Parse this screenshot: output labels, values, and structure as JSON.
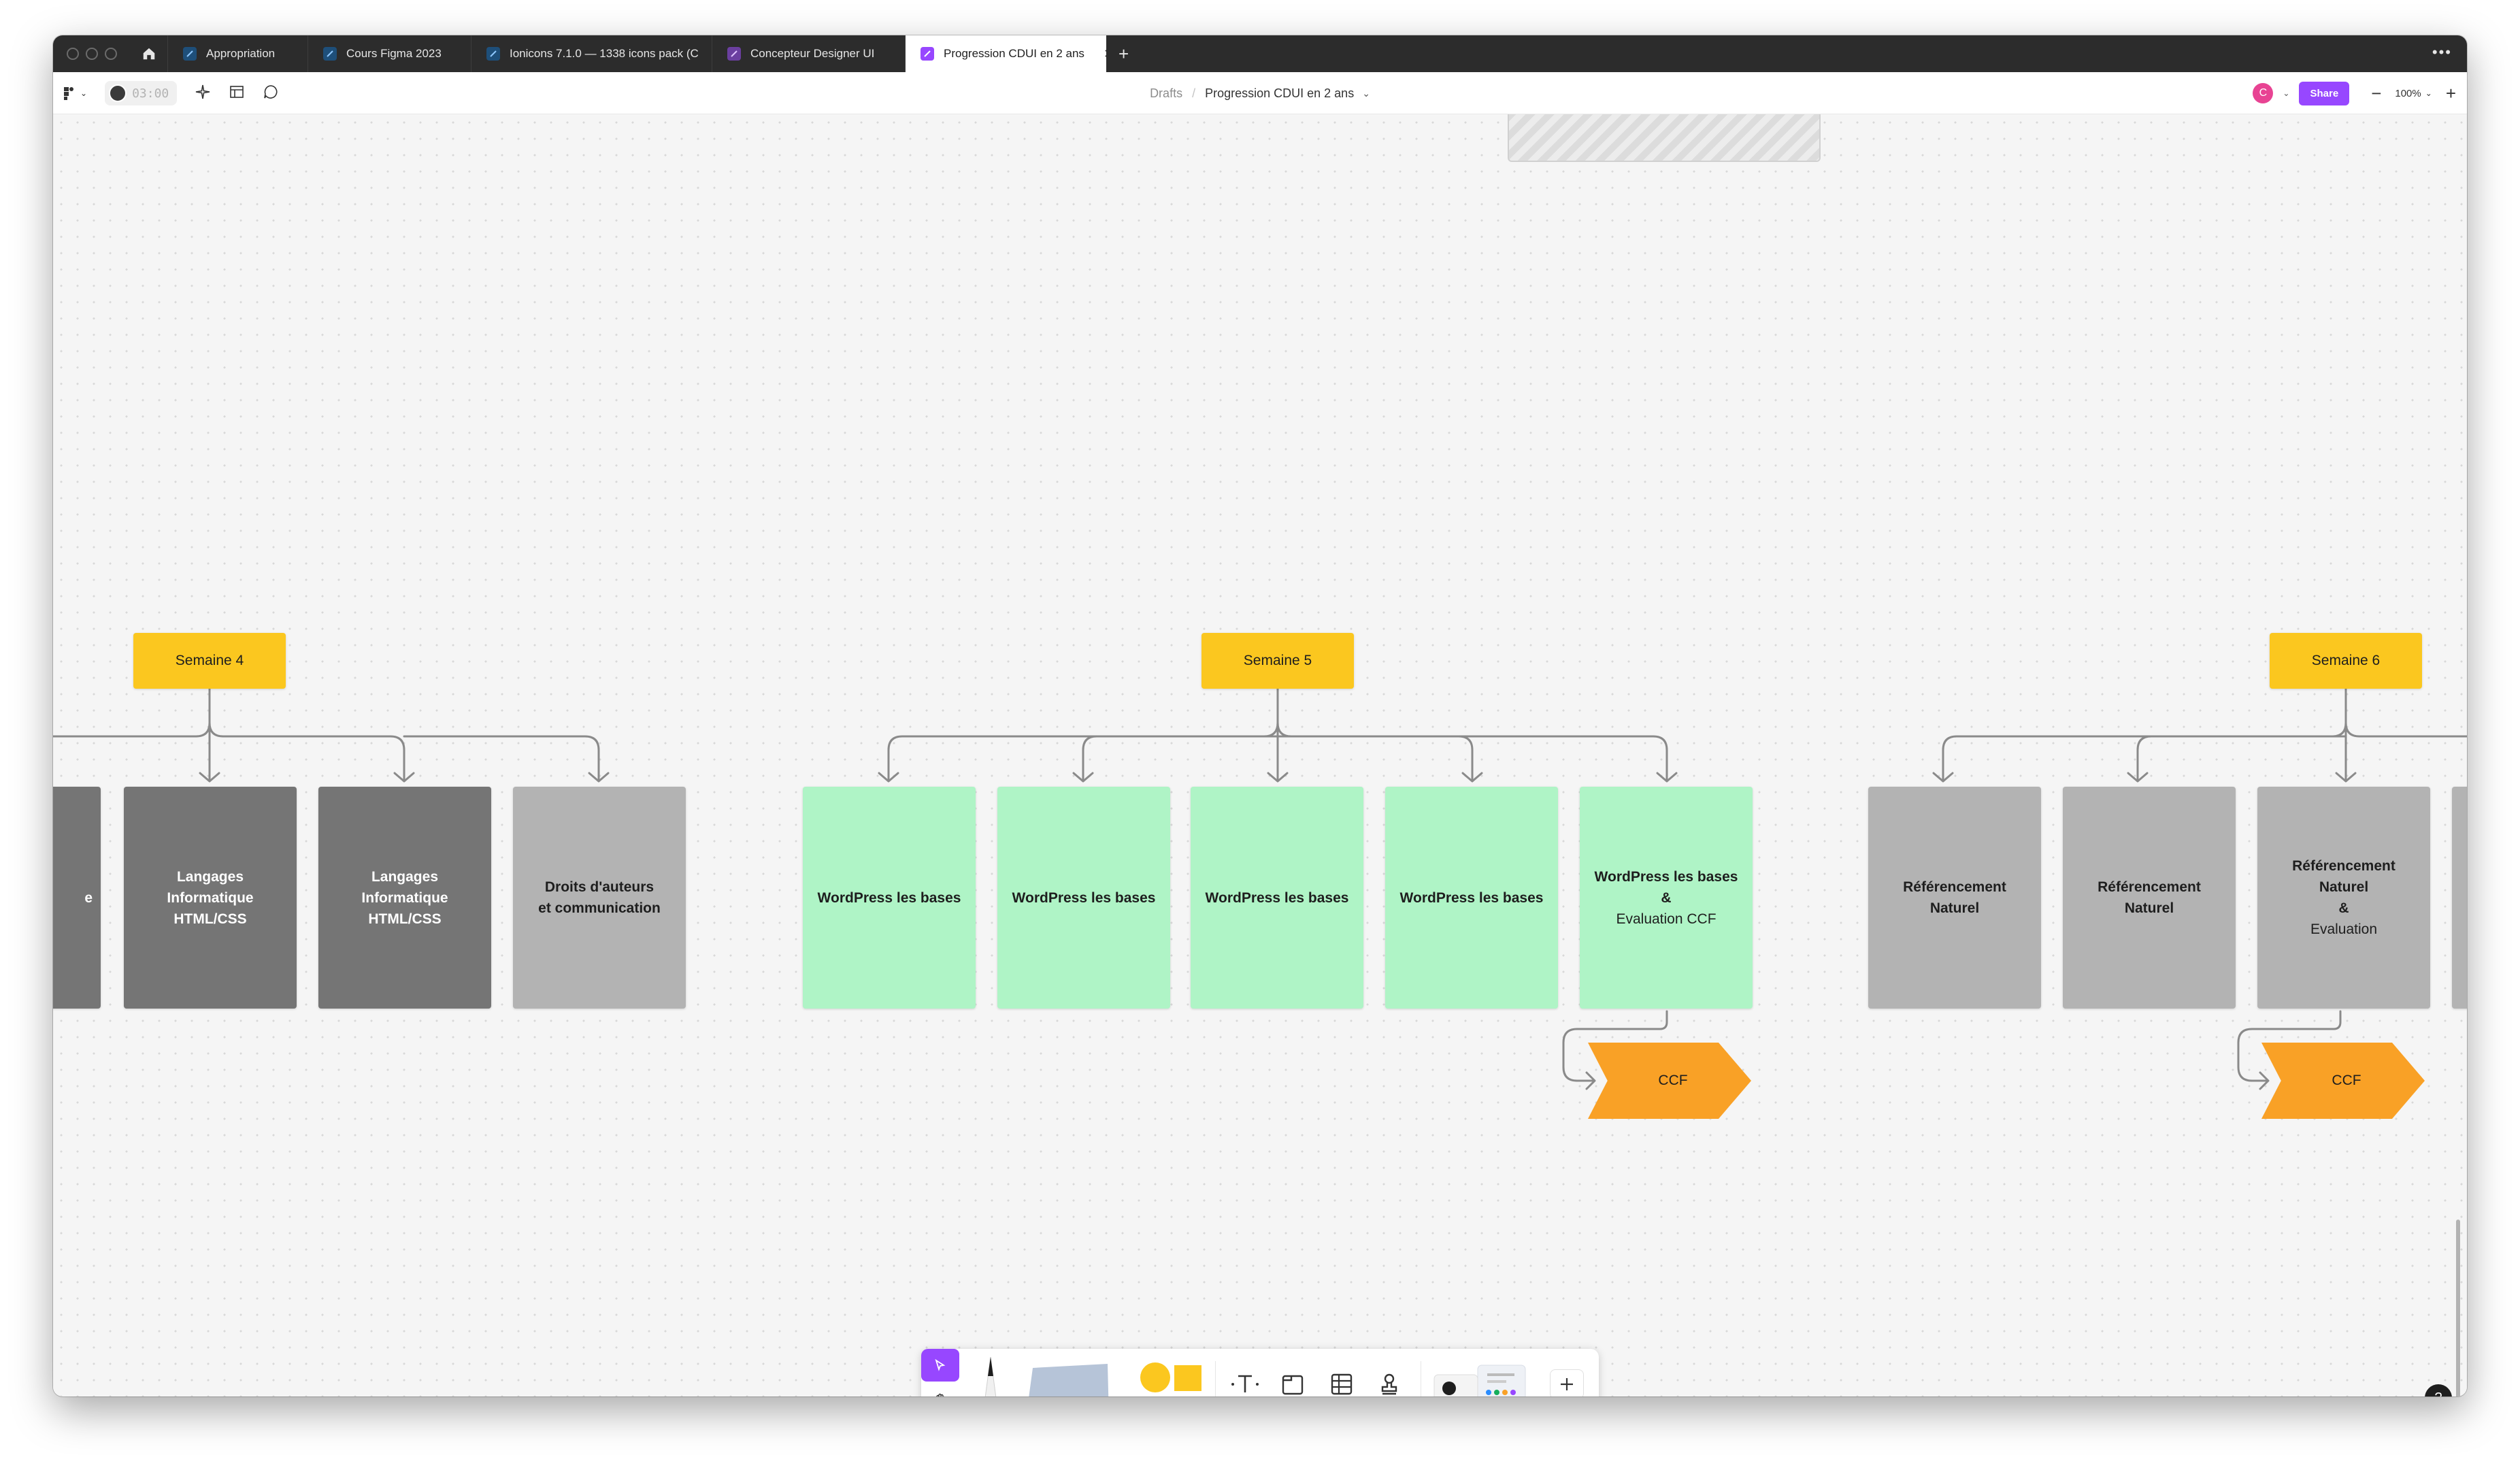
{
  "tabs": [
    {
      "label": "Appropriation",
      "icon": "figjam-file-icon"
    },
    {
      "label": "Cours Figma 2023",
      "icon": "figjam-file-icon"
    },
    {
      "label": "Ionicons 7.1.0 — 1338 icons pack (C",
      "icon": "figjam-file-icon"
    },
    {
      "label": "Concepteur Designer UI",
      "icon": "figma-file-icon"
    },
    {
      "label": "Progression CDUI en 2 ans",
      "icon": "figjam-file-icon",
      "active": true
    }
  ],
  "toolbar": {
    "timer": "03:00",
    "breadcrumb_root": "Drafts",
    "file_name": "Progression CDUI en 2 ans",
    "user_initial": "C",
    "share_label": "Share",
    "zoom": "100%"
  },
  "canvas": {
    "weeks": [
      {
        "label": "Semaine 4"
      },
      {
        "label": "Semaine 5"
      },
      {
        "label": "Semaine 6"
      }
    ],
    "cards": [
      {
        "text": "e",
        "style": "dark"
      },
      {
        "text": "Langages\nInformatique\nHTML/CSS",
        "style": "dark"
      },
      {
        "text": "Langages\nInformatique\nHTML/CSS",
        "style": "dark"
      },
      {
        "text": "Droits d'auteurs\net communication",
        "style": "gray"
      },
      {
        "text": "WordPress les bases",
        "style": "green"
      },
      {
        "text": "WordPress les bases",
        "style": "green"
      },
      {
        "text": "WordPress les bases",
        "style": "green"
      },
      {
        "text": "WordPress les bases",
        "style": "green"
      },
      {
        "text": "WordPress les bases\n&",
        "extra": "Evaluation CCF",
        "style": "green"
      },
      {
        "text": "Référencement\nNaturel",
        "style": "gray"
      },
      {
        "text": "Référencement\nNaturel",
        "style": "gray"
      },
      {
        "text": "Référencement\nNaturel\n&",
        "extra": "Evaluation",
        "style": "gray"
      }
    ],
    "ccf": [
      {
        "label": "CCF"
      },
      {
        "label": "CCF"
      }
    ]
  },
  "colors": {
    "week": "#fbc71f",
    "dark_card": "#757575",
    "gray_card": "#b3b3b3",
    "green_card": "#aff4c6",
    "ccf": "#f9a126",
    "accent": "#9747ff"
  },
  "dock": {
    "tools": [
      "move-tool",
      "hand-tool",
      "pen-tool",
      "sticky-note-tool",
      "shape-tool",
      "connector-tool",
      "text-tool",
      "section-tool",
      "table-tool",
      "stamp-tool",
      "widgets-tool",
      "more-tools"
    ]
  },
  "help_label": "?"
}
